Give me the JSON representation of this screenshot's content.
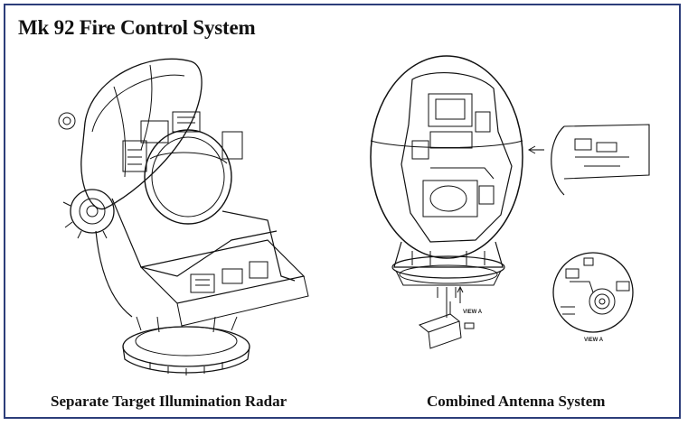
{
  "title": "Mk 92 Fire Control System",
  "captions": {
    "left": "Separate Target Illumination Radar",
    "right": "Combined Antenna System"
  },
  "labels": {
    "view_a_pointer": "VIEW A",
    "view_a_detail": "VIEW A"
  },
  "colors": {
    "border": "#2c3d7a",
    "ink": "#111111"
  }
}
